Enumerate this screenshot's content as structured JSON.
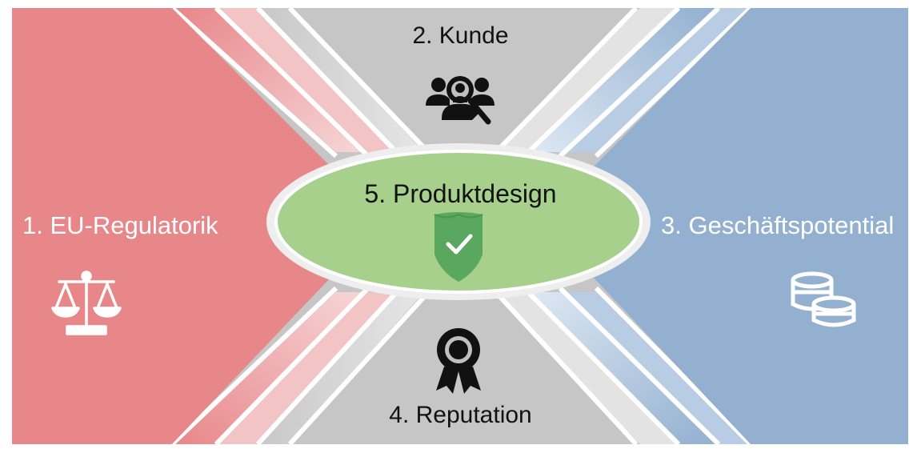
{
  "segments": {
    "left": {
      "label": "1. EU-Regulatorik",
      "icon": "scales-icon"
    },
    "top": {
      "label": "2. Kunde",
      "icon": "customer-search-icon"
    },
    "right": {
      "label": "3. Geschäftspotential",
      "icon": "coins-icon"
    },
    "bottom": {
      "label": "4. Reputation",
      "icon": "award-ribbon-icon"
    },
    "center": {
      "label": "5. Produktdesign",
      "icon": "shield-check-icon"
    }
  },
  "colors": {
    "red": "#e8878a",
    "gray": "#c0c0c0",
    "blue": "#93b0d0",
    "green": "#a8d08d",
    "shield": "#5aa85f"
  }
}
